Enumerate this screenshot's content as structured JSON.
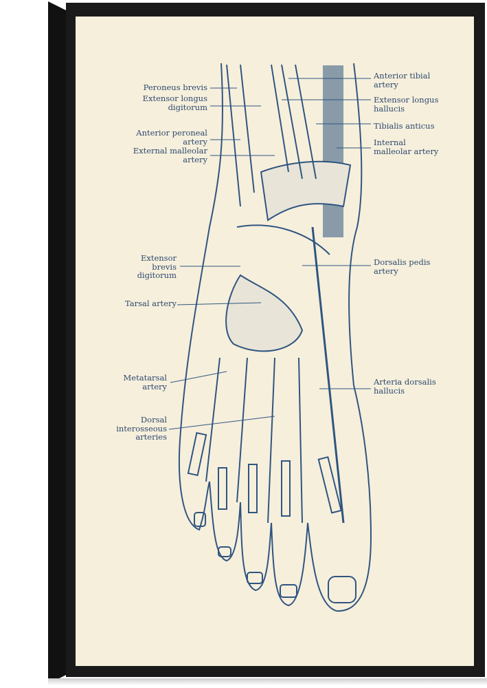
{
  "colors": {
    "ink": "#2f5580",
    "paper": "#f6efdc",
    "frame": "#1a1a1a"
  },
  "labels_left": [
    {
      "text": "Peroneus brevis"
    },
    {
      "text": "Extensor longus\ndigitorum"
    },
    {
      "text": "Anterior peroneal\nartery"
    },
    {
      "text": "External malleolar\nartery"
    },
    {
      "text": "Extensor\nbrevis\ndigitorum"
    },
    {
      "text": "Tarsal artery"
    },
    {
      "text": "Metatarsal\nartery"
    },
    {
      "text": "Dorsal\ninterosseous\narteries"
    }
  ],
  "labels_right": [
    {
      "text": "Anterior tibial\nartery"
    },
    {
      "text": "Extensor longus\nhallucis"
    },
    {
      "text": "Tibialis anticus"
    },
    {
      "text": "Internal\nmalleolar artery"
    },
    {
      "text": "Dorsalis pedis\nartery"
    },
    {
      "text": "Arteria dorsalis\nhallucis"
    }
  ]
}
